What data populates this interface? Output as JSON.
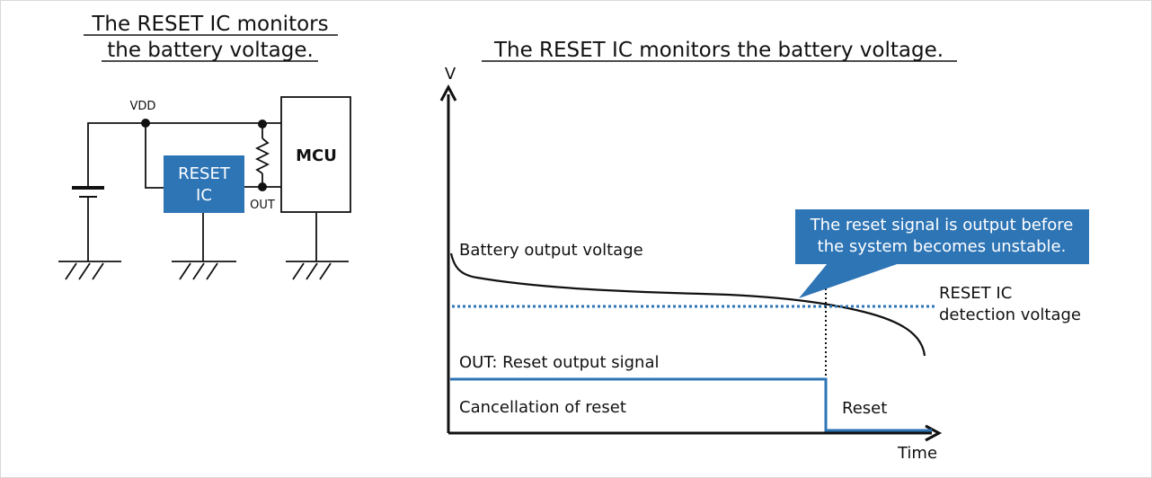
{
  "circuit": {
    "title_line1": "The RESET IC monitors",
    "title_line2": "the battery voltage.",
    "vdd_label": "VDD",
    "reset_ic_line1": "RESET",
    "reset_ic_line2": "IC",
    "out_label": "OUT",
    "mcu_label": "MCU"
  },
  "graph": {
    "title": "The RESET IC monitors the battery voltage.",
    "y_axis_label": "V",
    "x_axis_label": "Time",
    "battery_label": "Battery output voltage",
    "detection_label_line1": "RESET IC",
    "detection_label_line2": "detection voltage",
    "out_signal_label": "OUT: Reset output signal",
    "cancellation_label": "Cancellation of reset",
    "reset_label": "Reset",
    "callout_line1": "The reset signal is output before",
    "callout_line2": "the system becomes unstable."
  },
  "colors": {
    "accent_blue": "#2e75b6",
    "line_black": "#111111"
  }
}
